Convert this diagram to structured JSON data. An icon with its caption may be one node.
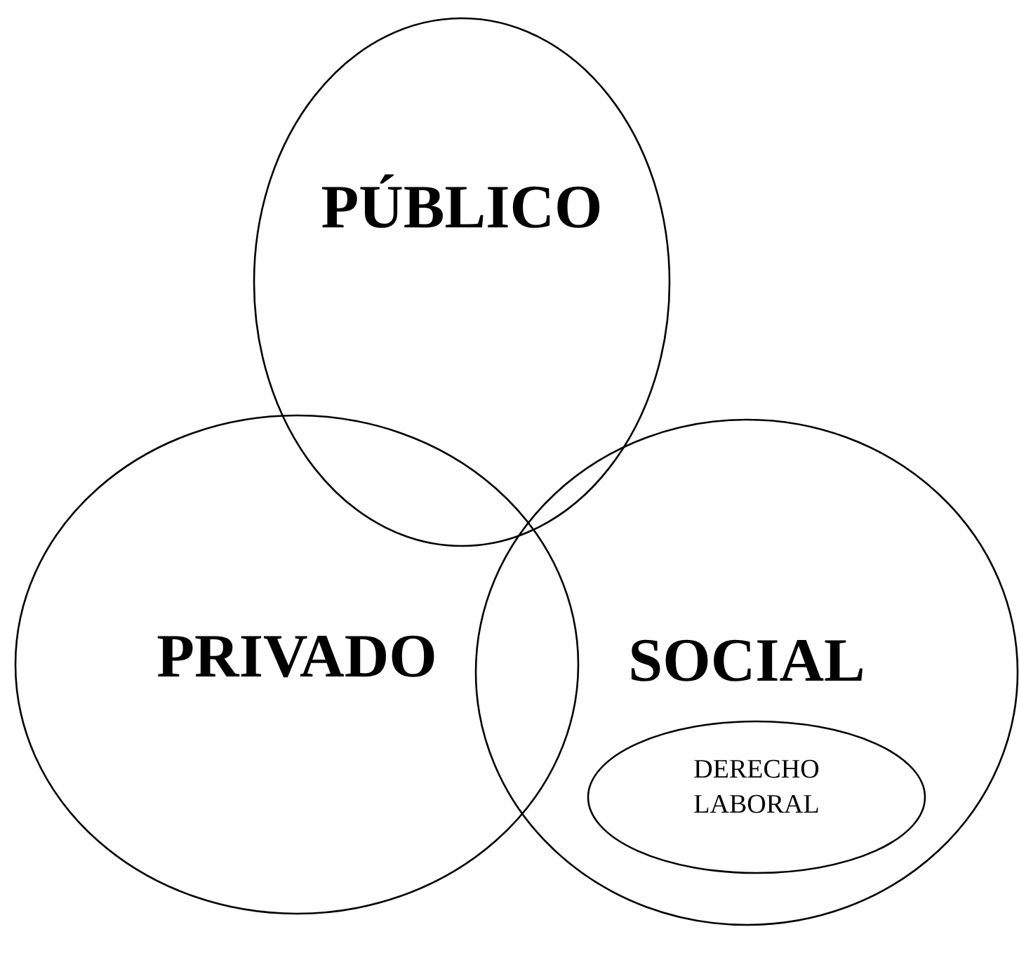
{
  "diagram": {
    "nodes": [
      {
        "text": [
          "PÚBLICO"
        ]
      },
      {
        "text": [
          "PRIVADO"
        ]
      },
      {
        "text": [
          "SOCIAL"
        ]
      },
      {
        "text": [
          "DERECHO LABORAL"
        ],
        "in": 2
      }
    ]
  }
}
